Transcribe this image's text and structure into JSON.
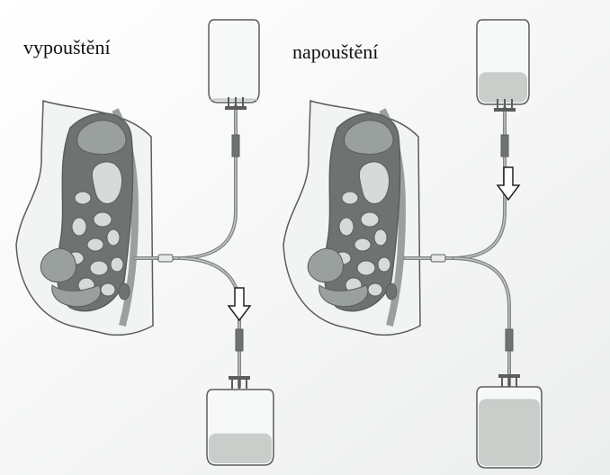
{
  "diagram": {
    "panels": [
      {
        "id": "drain",
        "label": "vypouštění"
      },
      {
        "id": "fill",
        "label": "napouštění"
      }
    ],
    "colors": {
      "background": "#ffffff",
      "paper": "#f2f4f3",
      "outline": "#5a5d5b",
      "organ_dark": "#6e7371",
      "organ_mid": "#9aa09d",
      "organ_light": "#d6dad8",
      "fluid": "#c9cecb",
      "tube": "#7f8583",
      "arrow_fill": "#ffffff"
    },
    "icons": [
      "abdomen-cross-section",
      "fluid-bag",
      "flow-arrow",
      "y-connector"
    ]
  }
}
